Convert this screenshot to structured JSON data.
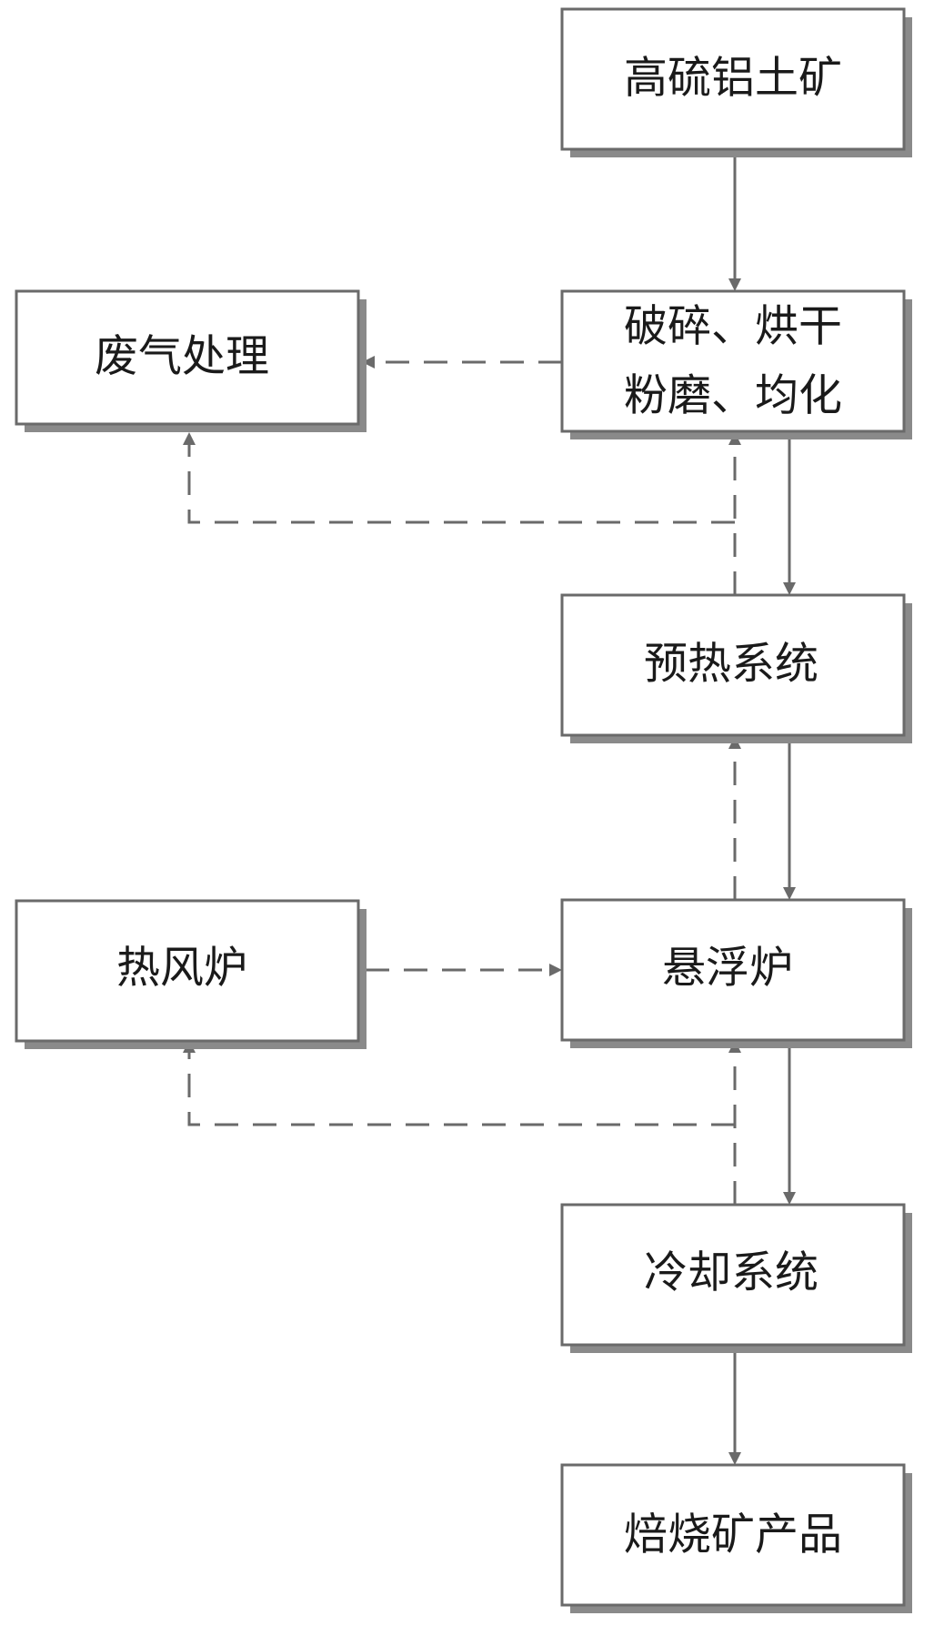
{
  "diagram": {
    "nodes": {
      "ore": "高硫铝土矿",
      "crush_line1": "破碎、烘干",
      "crush_line2": "粉磨、均化",
      "waste_gas": "废气处理",
      "preheat": "预热系统",
      "hot_air": "热风炉",
      "suspension": "悬浮炉",
      "cooling": "冷却系统",
      "product": "焙烧矿产品"
    },
    "edges": [
      {
        "from": "ore",
        "to": "crush",
        "style": "solid"
      },
      {
        "from": "crush",
        "to": "waste_gas",
        "style": "dashed"
      },
      {
        "from": "crush",
        "to": "preheat",
        "style": "solid"
      },
      {
        "from": "preheat",
        "to": "crush",
        "style": "dashed"
      },
      {
        "from": "preheat",
        "to": "waste_gas",
        "style": "dashed"
      },
      {
        "from": "preheat",
        "to": "suspension",
        "style": "solid"
      },
      {
        "from": "suspension",
        "to": "preheat",
        "style": "dashed"
      },
      {
        "from": "hot_air",
        "to": "suspension",
        "style": "dashed"
      },
      {
        "from": "suspension",
        "to": "cooling",
        "style": "solid"
      },
      {
        "from": "cooling",
        "to": "suspension",
        "style": "dashed"
      },
      {
        "from": "cooling",
        "to": "hot_air",
        "style": "dashed"
      },
      {
        "from": "cooling",
        "to": "product",
        "style": "solid"
      }
    ],
    "colors": {
      "line": "#6a6a6a",
      "shadow": "#8a8a8a",
      "text": "#1a1a1a"
    }
  }
}
